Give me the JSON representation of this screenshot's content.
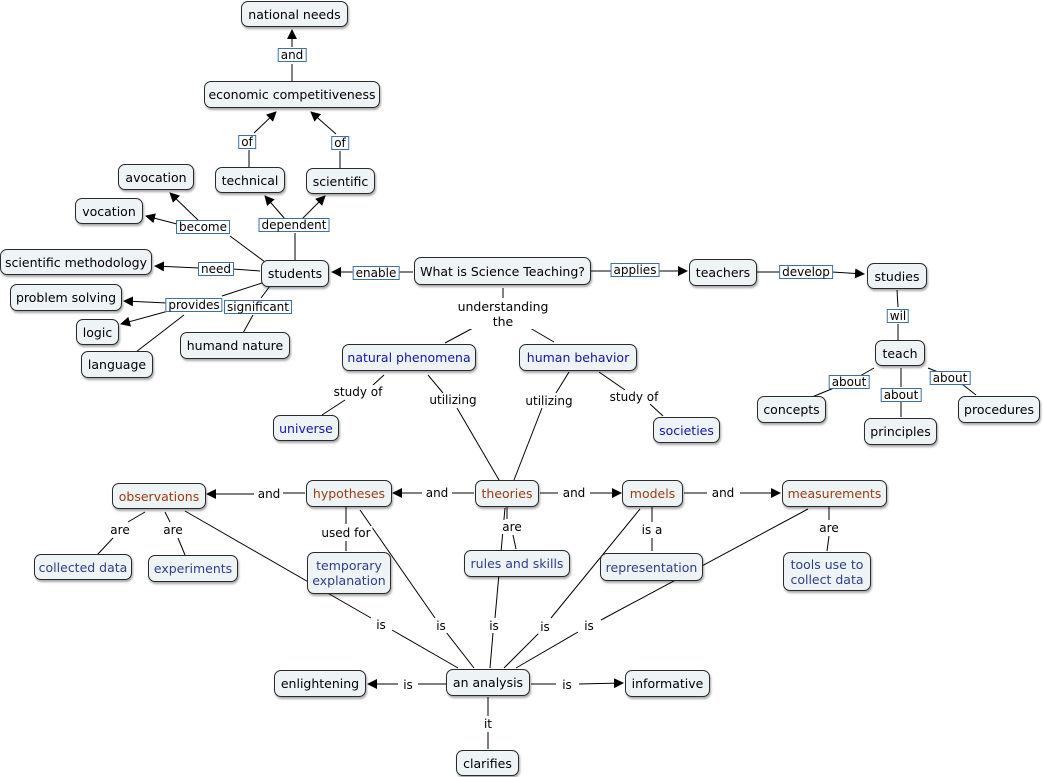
{
  "colors": {
    "node_fill": "#eef3f5",
    "node_border": "#2a2a2a",
    "link_box_border": "#3a6fb0",
    "blue_text": "#1414a8",
    "slate_text": "#2e3e8c",
    "brown_text": "#9a3b12"
  },
  "nodes": {
    "national_needs": "national needs",
    "economic_competitiveness": "economic competitiveness",
    "technical": "technical",
    "scientific": "scientific",
    "avocation": "avocation",
    "vocation": "vocation",
    "scientific_methodology": "scientific methodology",
    "problem_solving": "problem solving",
    "logic": "logic",
    "language": "language",
    "humand_nature": "humand nature",
    "students": "students",
    "what_is_science_teaching": "What is Science Teaching?",
    "teachers": "teachers",
    "studies": "studies",
    "teach": "teach",
    "concepts": "concepts",
    "principles": "principles",
    "procedures": "procedures",
    "understanding_the": "understanding\nthe",
    "natural_phenomena": "natural phenomena",
    "human_behavior": "human behavior",
    "universe": "universe",
    "societies": "societies",
    "observations": "observations",
    "hypotheses": "hypotheses",
    "theories": "theories",
    "models": "models",
    "measurements": "measurements",
    "collected_data": "collected data",
    "experiments": "experiments",
    "temporary_explanation": "temporary\nexplanation",
    "rules_and_skills": "rules and skills",
    "representation": "representation",
    "tools_use_to_collect_data": "tools use to\ncollect data",
    "an_analysis": "an analysis",
    "enlightening": "enlightening",
    "informative": "informative",
    "clarifies": "clarifies"
  },
  "links": {
    "and_top": "and",
    "of_left": "of",
    "of_right": "of",
    "become": "become",
    "dependent": "dependent",
    "need": "need",
    "provides": "provides",
    "significant": "significant",
    "enable": "enable",
    "applies": "applies",
    "develop": "develop",
    "wil": "wil",
    "about_concepts": "about",
    "about_principles": "about",
    "about_procedures": "about",
    "study_of_universe": "study of",
    "utilizing_left": "utilizing",
    "utilizing_right": "utilizing",
    "study_of_societies": "study of",
    "and_obs": "and",
    "and_hyp": "and",
    "and_models": "and",
    "and_meas": "and",
    "are_collected": "are",
    "are_experiments": "are",
    "used_for": "used for",
    "are_rules": "are",
    "is_a": "is a",
    "are_tools": "are",
    "is_obs": "is",
    "is_hyp": "is",
    "is_theories": "is",
    "is_models": "is",
    "is_meas": "is",
    "is_enlightening": "is",
    "is_informative": "is",
    "it": "it"
  }
}
